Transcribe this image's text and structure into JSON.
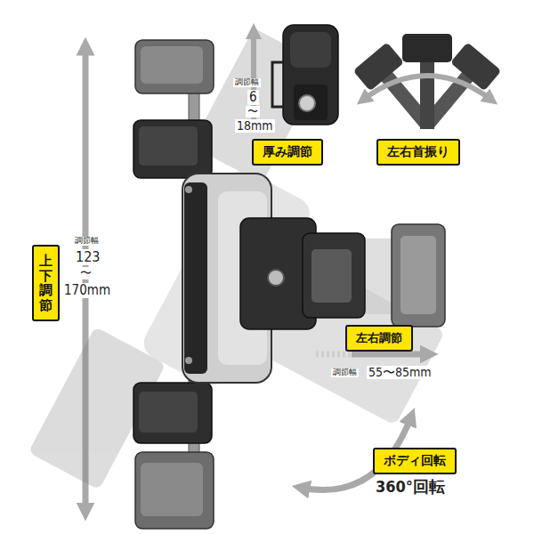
{
  "diagram": {
    "nodes": [
      {
        "text": [
          "厚み調節"
        ]
      },
      {
        "text": [
          "左右首振り"
        ]
      },
      {
        "text": [
          "上下調節"
        ]
      },
      {
        "text": [
          "左右調節"
        ]
      },
      {
        "text": [
          "ボディ回転"
        ]
      }
    ],
    "labels": [
      "調節幅",
      "6",
      "〜",
      "18mm",
      "調節幅",
      "123",
      "〜",
      "170mm",
      "調節幅",
      "55〜85mm",
      "360°回転"
    ]
  }
}
